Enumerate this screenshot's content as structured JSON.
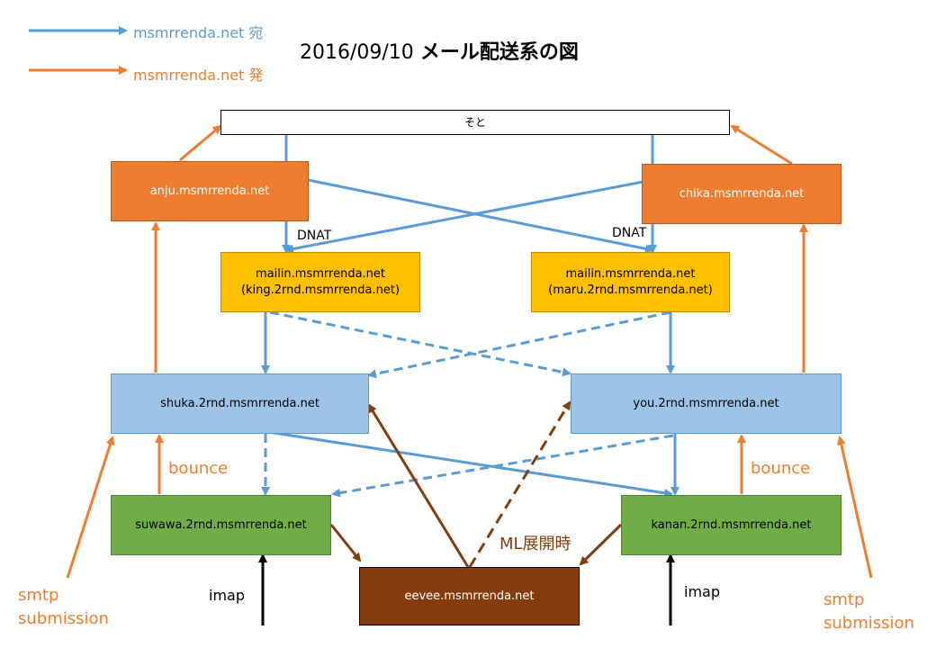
{
  "title": {
    "date": "2016/09/10",
    "text": "メール配送系の図"
  },
  "legend": {
    "to": {
      "label": "msmrrenda.net 宛",
      "color": "#5b9bd5"
    },
    "from": {
      "label": "msmrrenda.net 発",
      "color": "#ed7d31"
    }
  },
  "colors": {
    "blue": "#5b9bd5",
    "orange": "#ed7d31",
    "brown": "#843c0c",
    "black": "#000000"
  },
  "nodes": {
    "outside": "そと",
    "anju": "anju.msmrrenda.net",
    "chika": "chika.msmrrenda.net",
    "mailin_king": {
      "line1": "mailin.msmrrenda.net",
      "line2": "(king.2rnd.msmrrenda.net)"
    },
    "mailin_maru": {
      "line1": "mailin.msmrrenda.net",
      "line2": "(maru.2rnd.msmrrenda.net)"
    },
    "shuka": "shuka.2rnd.msmrrenda.net",
    "you": "you.2rnd.msmrrenda.net",
    "suwawa": "suwawa.2rnd.msmrrenda.net",
    "kanan": "kanan.2rnd.msmrrenda.net",
    "eevee": "eevee.msmrrenda.net"
  },
  "labels": {
    "dnat_left": "DNAT",
    "dnat_right": "DNAT",
    "bounce_left": "bounce",
    "bounce_right": "bounce",
    "smtp_left": {
      "line1": "smtp",
      "line2": "submission"
    },
    "smtp_right": {
      "line1": "smtp",
      "line2": "submission"
    },
    "imap_left": "imap",
    "imap_right": "imap",
    "ml": "ML展開時"
  }
}
